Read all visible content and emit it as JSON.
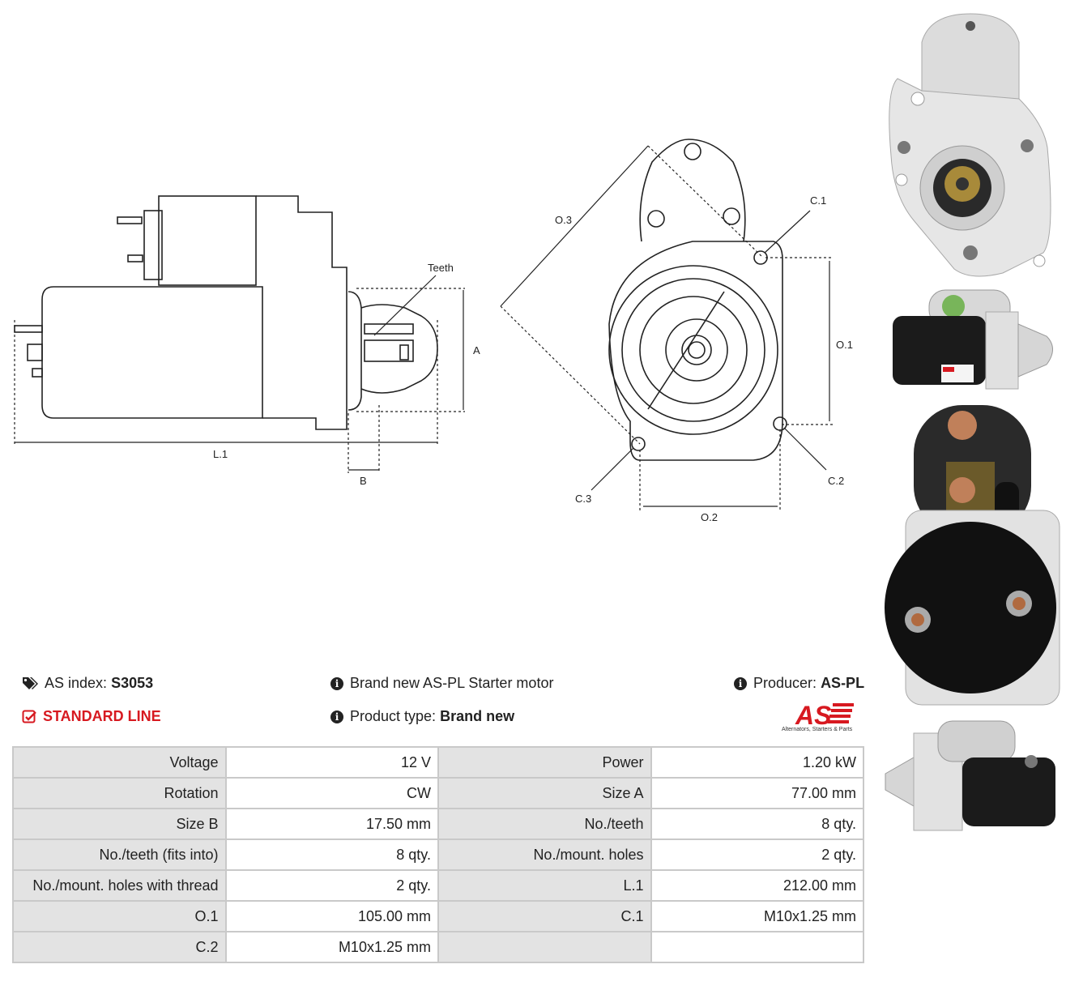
{
  "drawing": {
    "labels": {
      "teeth": "Teeth",
      "a": "A",
      "l1": "L.1",
      "b": "B",
      "o3": "O.3",
      "c1": "C.1",
      "o1": "O.1",
      "c2": "C.2",
      "c3": "C.3",
      "o2": "O.2"
    }
  },
  "info": {
    "as_index_label": "AS index:",
    "as_index_value": "S3053",
    "line": "STANDARD LINE",
    "title": "Brand new AS-PL Starter motor",
    "product_type_label": "Product type:",
    "product_type_value": "Brand new",
    "producer_label": "Producer:",
    "producer_value": "AS-PL",
    "logo_text": "AS",
    "logo_tagline": "Alternators, Starters & Parts"
  },
  "specs": {
    "rows": [
      [
        "Voltage",
        "12 V",
        "Power",
        "1.20 kW"
      ],
      [
        "Rotation",
        "CW",
        "Size A",
        "77.00 mm"
      ],
      [
        "Size B",
        "17.50 mm",
        "No./teeth",
        "8 qty."
      ],
      [
        "No./teeth (fits into)",
        "8 qty.",
        "No./mount. holes",
        "2 qty."
      ],
      [
        "No./mount. holes with thread",
        "2 qty.",
        "L.1",
        "212.00 mm"
      ],
      [
        "O.1",
        "105.00 mm",
        "C.1",
        "M10x1.25 mm"
      ],
      [
        "C.2",
        "M10x1.25 mm",
        "",
        ""
      ]
    ]
  },
  "colors": {
    "accent_red": "#d71920",
    "table_label_bg": "#e3e3e3",
    "table_border": "#c9c9c9"
  }
}
